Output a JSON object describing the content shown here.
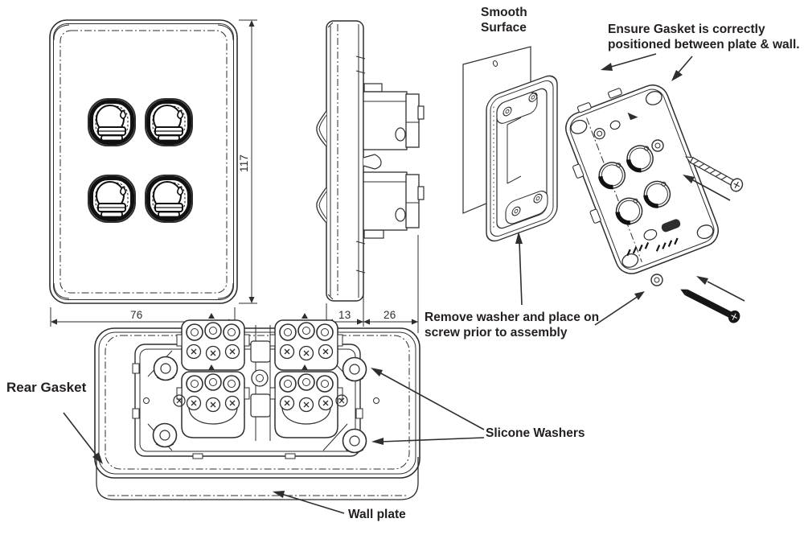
{
  "labels": {
    "smooth_surface_line1": "Smooth",
    "smooth_surface_line2": "Surface",
    "ensure_gasket_line1": "Ensure Gasket is correctly",
    "ensure_gasket_line2": "positioned between plate & wall.",
    "remove_washer_line1": "Remove washer and place on",
    "remove_washer_line2": "screw prior to assembly",
    "rear_gasket": "Rear Gasket",
    "silicone_washers": "Slicone Washers",
    "wall_plate": "Wall plate"
  },
  "dimensions_mm": {
    "plate_height": "117",
    "plate_width": "76",
    "plate_thickness": "13",
    "mechanism_depth": "26"
  },
  "colors": {
    "line": "#2e2e2e",
    "text": "#231f20",
    "background": "#ffffff"
  }
}
